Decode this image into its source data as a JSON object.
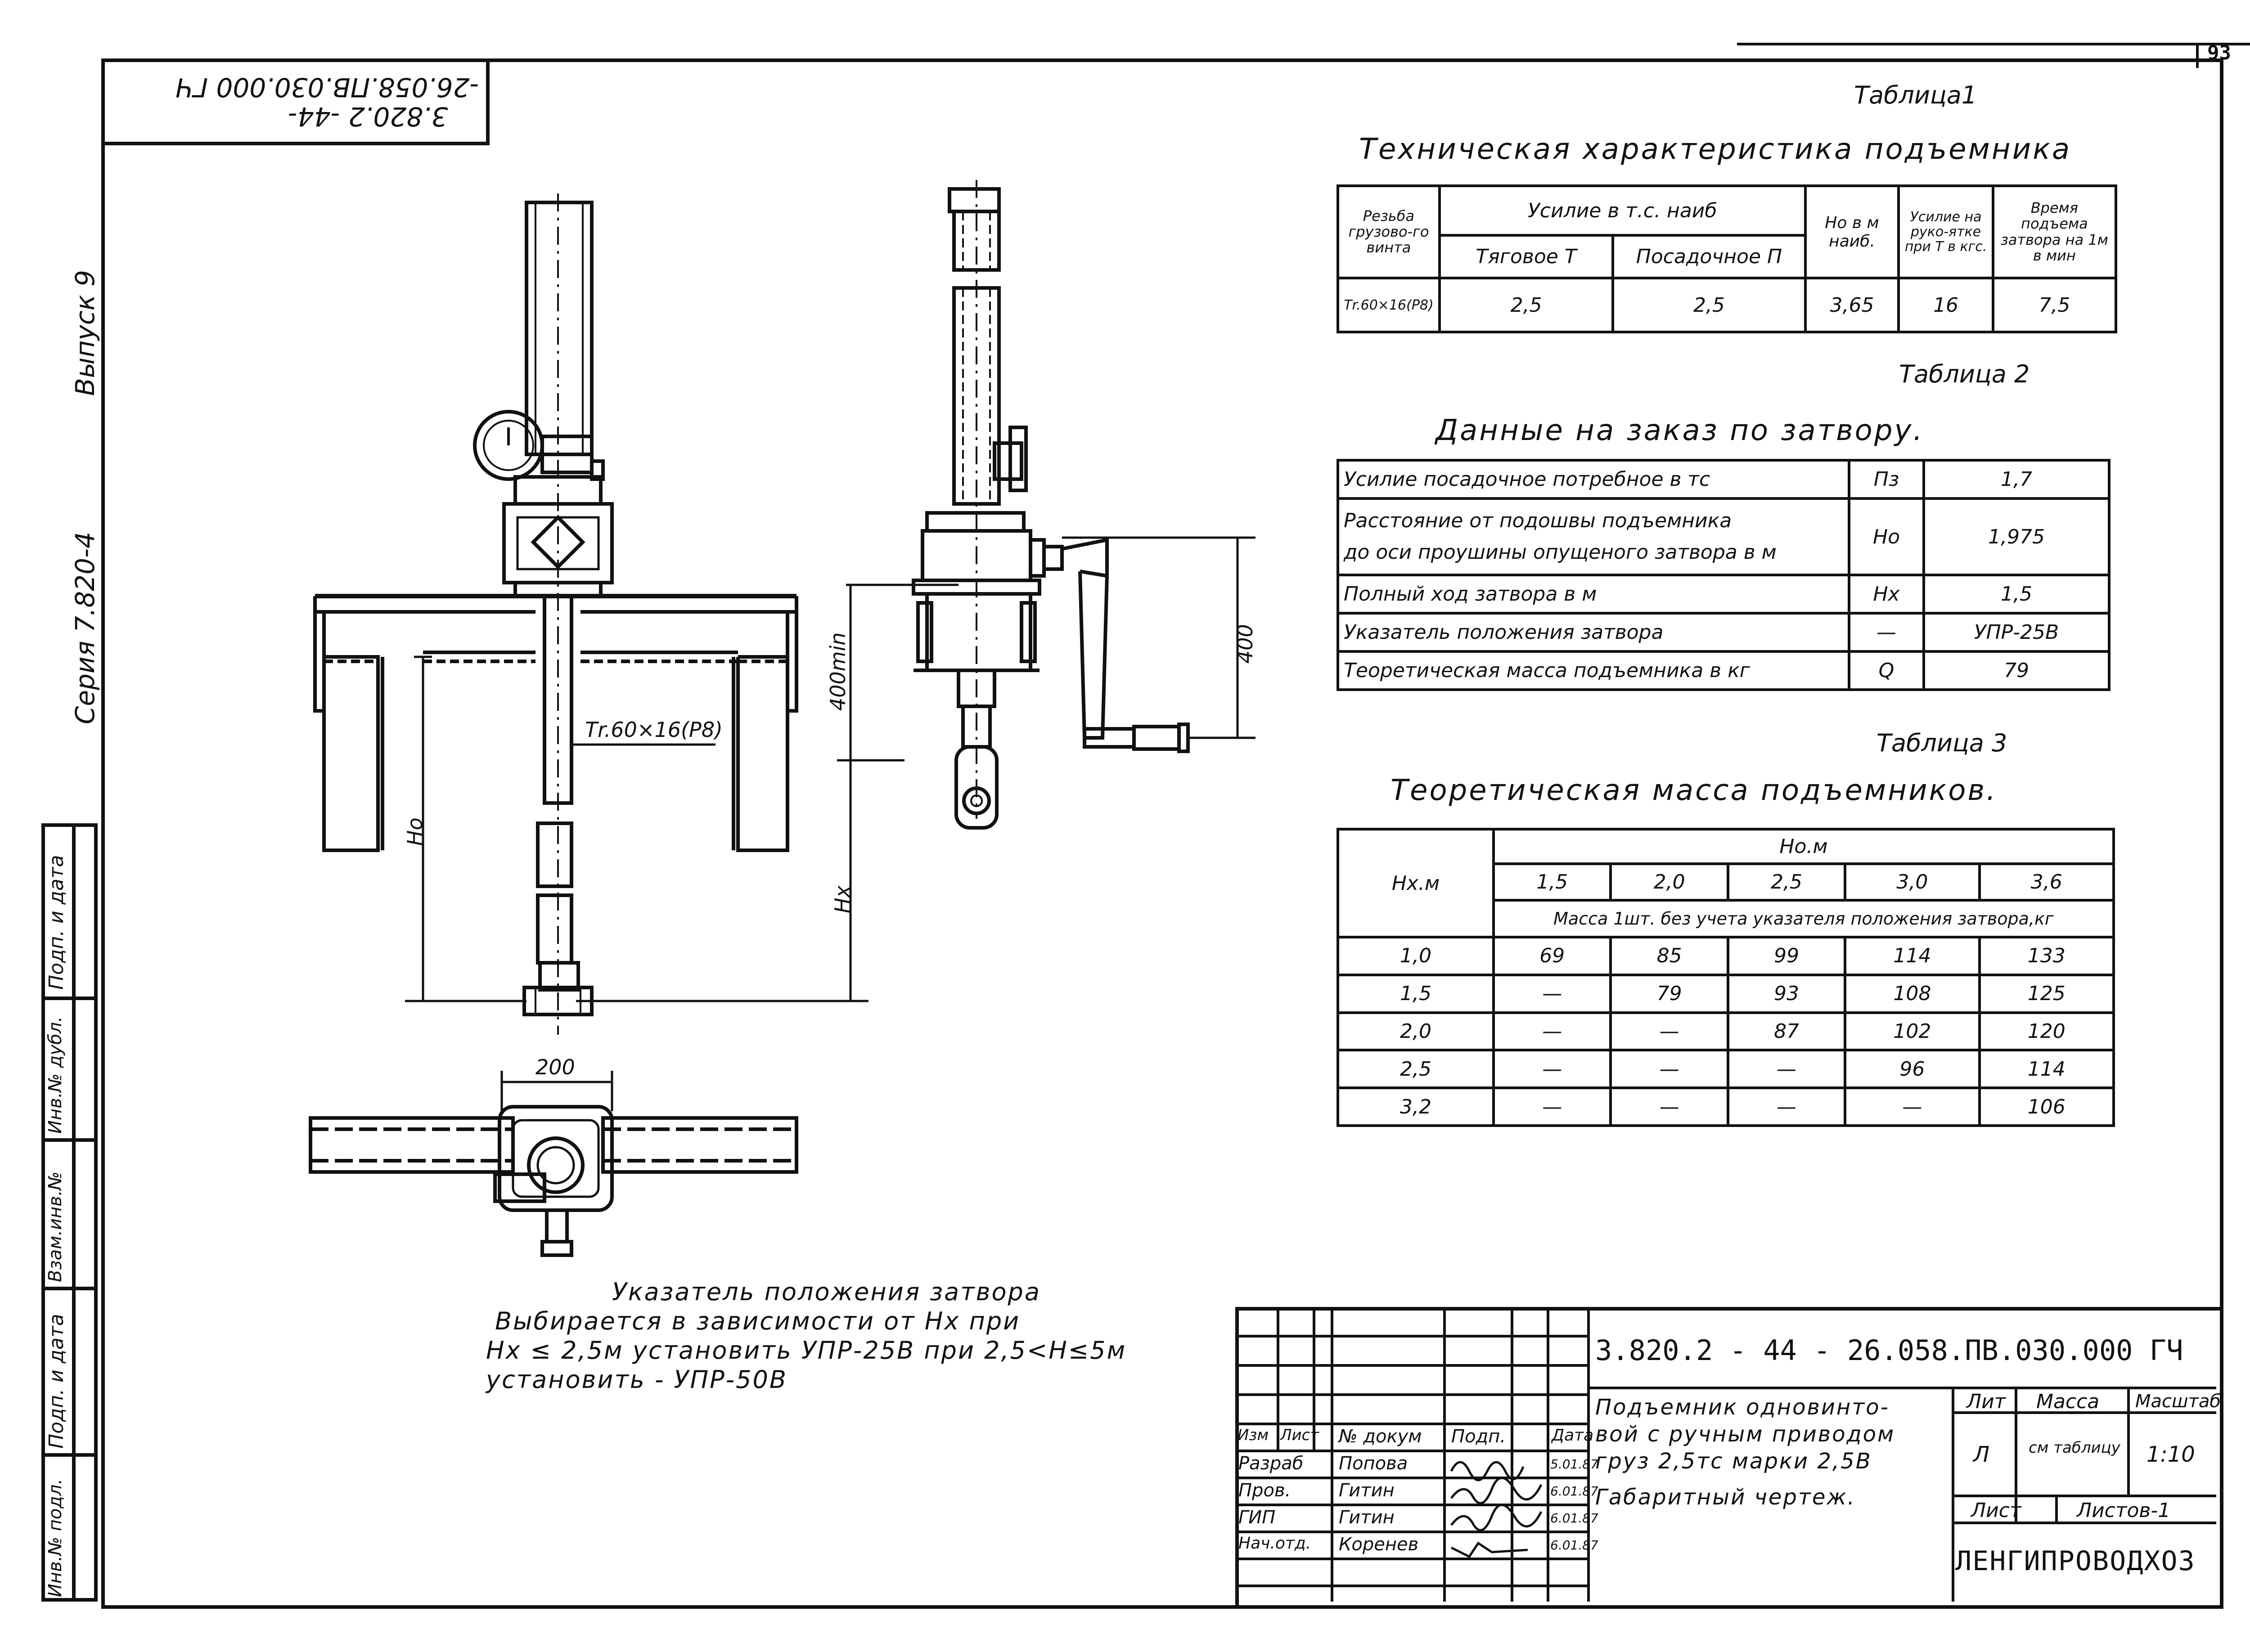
{
  "sheet_number": "93",
  "stamp_top_left": {
    "line1": "3.820.2 -44-",
    "line2": "-26.058.ПВ.030.000 ГЧ"
  },
  "left_margin": {
    "issue": "Выпуск 9",
    "series": "Серия 7.820-4",
    "strip": [
      "Подп. и дата",
      "Взам.инв.№",
      "Инв.№ дубл.",
      "Подп. и дата",
      "Инв.№ подл."
    ]
  },
  "drawing": {
    "thread_label": "Тr.60×16(Р8)",
    "ho_label": "Но",
    "hx_label": "Нх",
    "dim_400min": "400min",
    "dim_400": "400",
    "dim_200": "200"
  },
  "table1": {
    "caption": "Таблица1",
    "title": "Техническая характеристика подъемника",
    "headers": {
      "thread": "Резьба грузово-го винта",
      "force": "Усилие в т.с. наиб",
      "traction": "Тяговое Т",
      "seating": "Посадочное П",
      "hb": "Но в м наиб.",
      "handle": "Усилие на руко-ятке при Т в кгс.",
      "time": "Время подъема затвора на 1м в мин"
    },
    "row": [
      "Тr.60×16(Р8)",
      "2,5",
      "2,5",
      "3,65",
      "16",
      "7,5"
    ]
  },
  "table2": {
    "caption": "Таблица 2",
    "title": "Данные на заказ по затвору.",
    "rows": [
      {
        "label": "Усилие посадочное потребное в тс",
        "sym": "Пз",
        "val": "1,7"
      },
      {
        "label": "Расстояние от подошвы подъемника",
        "label2": "до оси проушины опущеного затвора в м",
        "sym": "Но",
        "val": "1,975"
      },
      {
        "label": "Полный ход затвора в м",
        "sym": "Нх",
        "val": "1,5"
      },
      {
        "label": "Указатель положения затвора",
        "sym": "—",
        "val": "УПР-25В"
      },
      {
        "label": "Теоретическая масса подъемника в кг",
        "sym": "Q",
        "val": "79"
      }
    ]
  },
  "table3": {
    "caption": "Таблица 3",
    "title": "Теоретическая масса подъемников.",
    "hx_header": "Нх.м",
    "ho_header": "Но.м",
    "ho_values": [
      "1,5",
      "2,0",
      "2,5",
      "3,0",
      "3,6"
    ],
    "mass_header": "Масса 1шт. без учета указателя положения затвора,кг",
    "rows": [
      [
        "1,0",
        "69",
        "85",
        "99",
        "114",
        "133"
      ],
      [
        "1,5",
        "—",
        "79",
        "93",
        "108",
        "125"
      ],
      [
        "2,0",
        "—",
        "—",
        "87",
        "102",
        "120"
      ],
      [
        "2,5",
        "—",
        "—",
        "—",
        "96",
        "114"
      ],
      [
        "3,2",
        "—",
        "—",
        "—",
        "—",
        "106"
      ]
    ]
  },
  "note": {
    "line1": "Указатель положения затвора",
    "line2": "Выбирается в зависимости от Нх при",
    "line3": "Нх ≤ 2,5м установить УПР-25В при 2,5<Н≤5м",
    "line4": "установить - УПР-50В"
  },
  "title_block": {
    "code": "3.820.2 - 44 - 26.058.ПВ.030.000 ГЧ",
    "name_line1": "Подъемник одновинто-",
    "name_line2": "вой с ручным приводом",
    "name_line3": "груз 2,5тс марки 2,5В",
    "name_line4": "Габаритный чертеж.",
    "col_headers": [
      "Изм",
      "Лист",
      "№ докум",
      "Подп.",
      "Дата"
    ],
    "roles": [
      {
        "role": "Разраб",
        "name": "Попова",
        "date": "5.01.87"
      },
      {
        "role": "Пров.",
        "name": "Гитин",
        "date": "6.01.87"
      },
      {
        "role": "ГИП",
        "name": "Гитин",
        "date": "6.01.87"
      },
      {
        "role": "Нач.отд.",
        "name": "Коренев",
        "date": "6.01.87"
      }
    ],
    "lit_label": "Лит",
    "mass_label": "Масса",
    "scale_label": "Масштаб",
    "lit_value": "Л",
    "mass_value": "см таблицу",
    "scale_value": "1:10",
    "sheet_label": "Лист",
    "sheets_label": "Листов-1",
    "org": "ЛЕНГИПРОВОДХОЗ"
  }
}
